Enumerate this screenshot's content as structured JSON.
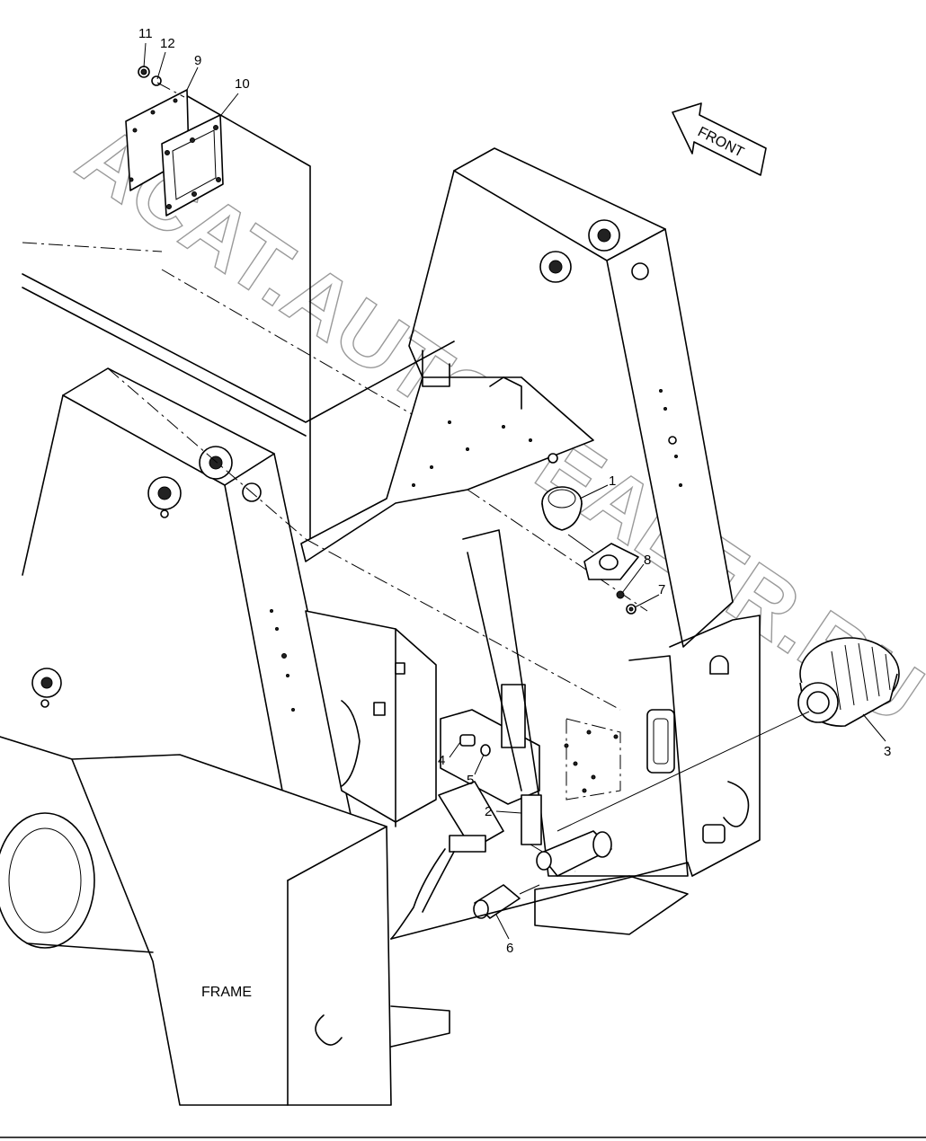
{
  "watermark": "ACAT.AUTODEALER.RU",
  "labels": {
    "front": "FRONT",
    "frame": "FRAME"
  },
  "callouts": [
    {
      "id": "c1",
      "text": "1"
    },
    {
      "id": "c2",
      "text": "2"
    },
    {
      "id": "c3",
      "text": "3"
    },
    {
      "id": "c4",
      "text": "4"
    },
    {
      "id": "c5",
      "text": "5"
    },
    {
      "id": "c6",
      "text": "6"
    },
    {
      "id": "c7",
      "text": "7"
    },
    {
      "id": "c8",
      "text": "8"
    },
    {
      "id": "c9",
      "text": "9"
    },
    {
      "id": "c10",
      "text": "10"
    },
    {
      "id": "c11",
      "text": "11"
    },
    {
      "id": "c12",
      "text": "12"
    }
  ]
}
